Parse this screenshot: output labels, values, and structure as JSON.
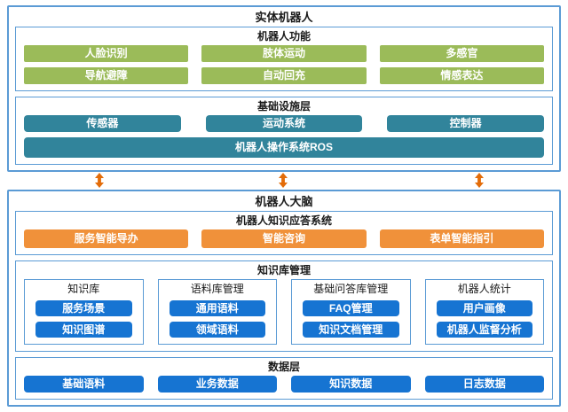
{
  "colors": {
    "section_border": "#5b9bd5",
    "function_green": "#9bbb59",
    "infra_teal": "#31849b",
    "qa_orange": "#f0913a",
    "knowledge_blue": "#1674d2",
    "arrow_orange": "#e36c09"
  },
  "physical_robot": {
    "title": "实体机器人",
    "functions": {
      "title": "机器人功能",
      "items": [
        "人脸识别",
        "肢体运动",
        "多感官",
        "导航避障",
        "自动回充",
        "情感表达"
      ]
    },
    "infrastructure": {
      "title": "基础设施层",
      "items": [
        "传感器",
        "运动系统",
        "控制器"
      ],
      "os": "机器人操作系统ROS"
    }
  },
  "connectors": {
    "count": 3,
    "description": "bidirectional-vertical-arrows"
  },
  "robot_brain": {
    "title": "机器人大脑",
    "qa_system": {
      "title": "机器人知识应答系统",
      "items": [
        "服务智能导办",
        "智能咨询",
        "表单智能指引"
      ]
    },
    "knowledge_mgmt": {
      "title": "知识库管理",
      "groups": [
        {
          "title": "知识库",
          "items": [
            "服务场景",
            "知识图谱"
          ]
        },
        {
          "title": "语料库管理",
          "items": [
            "通用语料",
            "领域语料"
          ]
        },
        {
          "title": "基础问答库管理",
          "items": [
            "FAQ管理",
            "知识文档管理"
          ]
        },
        {
          "title": "机器人统计",
          "items": [
            "用户画像",
            "机器人监督分析"
          ]
        }
      ]
    },
    "data_layer": {
      "title": "数据层",
      "items": [
        "基础语料",
        "业务数据",
        "知识数据",
        "日志数据"
      ]
    }
  }
}
